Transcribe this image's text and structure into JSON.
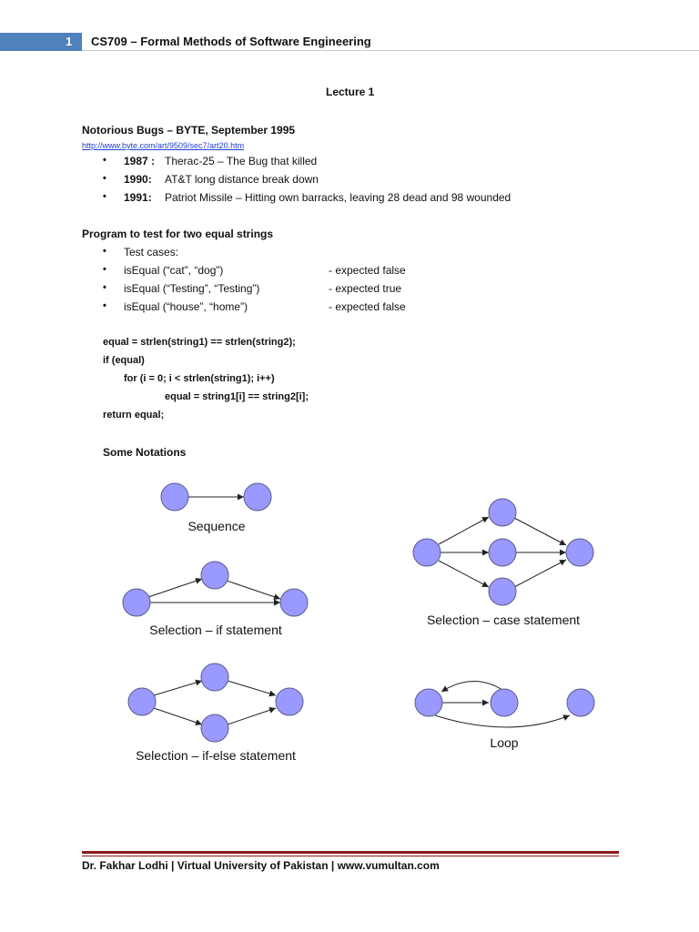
{
  "header": {
    "page_number": "1",
    "course": "CS709 – Formal Methods of Software Engineering"
  },
  "lecture_title": "Lecture 1",
  "section1": {
    "heading": "Notorious Bugs – BYTE, September 1995",
    "link": "http://www.byte.com/art/9509/sec7/art20.htm",
    "bullets": [
      {
        "year": "1987 :",
        "text": "Therac-25 – The Bug that killed"
      },
      {
        "year": "1990:",
        "text": "AT&T long distance break down"
      },
      {
        "year": "1991:",
        "text": "Patriot Missile – Hitting own barracks, leaving 28 dead and 98 wounded"
      }
    ]
  },
  "section2": {
    "heading": "Program to test for two equal strings",
    "bullets": [
      {
        "text": "Test cases:",
        "note": ""
      },
      {
        "text": "isEqual (“cat”, “dog”)",
        "note": "- expected false"
      },
      {
        "text": "isEqual (“Testing”, “Testing”)",
        "note": "- expected true"
      },
      {
        "text": "isEqual (“house”, “home”)",
        "note": "- expected false"
      }
    ],
    "code": [
      "equal = strlen(string1) == strlen(string2);",
      "if (equal)",
      "for (i = 0; i < strlen(string1); i++)",
      "equal = string1[i] == string2[i];",
      "return equal;"
    ]
  },
  "section3": {
    "heading": "Some Notations",
    "captions": {
      "sequence": "Sequence",
      "if": "Selection – if statement",
      "case": "Selection – case statement",
      "ifelse": "Selection – if-else statement",
      "loop": "Loop"
    }
  },
  "colors": {
    "header_bar": "#4f81bd",
    "node_fill": "#9999ff",
    "footer_rule": "#8b1c1c",
    "link": "#1f3fcf"
  },
  "footer": {
    "text": "Dr. Fakhar Lodhi | Virtual University of Pakistan | www.vumultan.com"
  }
}
